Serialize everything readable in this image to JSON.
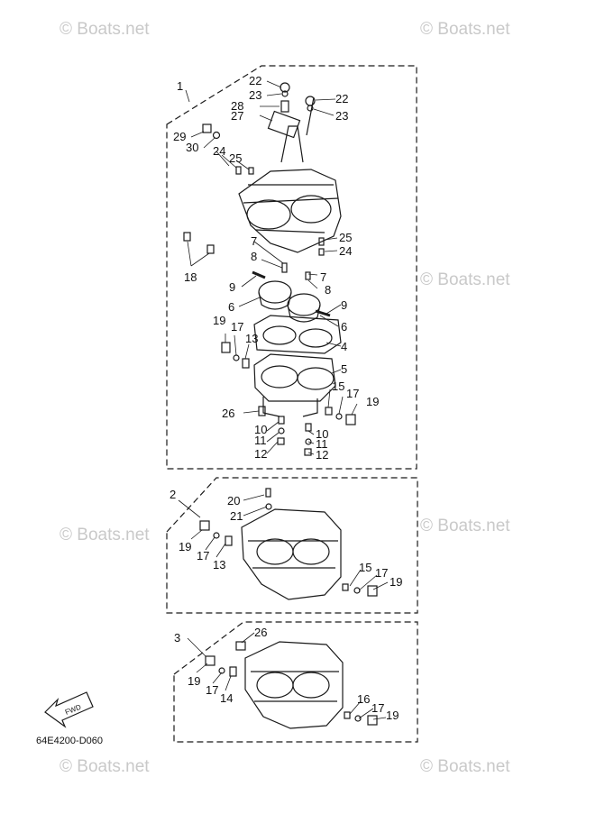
{
  "watermark": "© Boats.net",
  "figure_code": "64E4200-D060",
  "fwd_label": "FWD",
  "panels": [
    {
      "index": "1"
    },
    {
      "index": "2"
    },
    {
      "index": "3"
    }
  ],
  "callouts": {
    "top": [
      "22",
      "23",
      "28",
      "27",
      "29",
      "30",
      "24",
      "25",
      "18",
      "22",
      "23",
      "25",
      "24",
      "7",
      "8",
      "9",
      "6",
      "7",
      "8",
      "9",
      "6",
      "19",
      "17",
      "13",
      "4",
      "5",
      "26",
      "10",
      "11",
      "12",
      "15",
      "17",
      "19",
      "10",
      "11",
      "12"
    ],
    "mid": [
      "20",
      "21",
      "19",
      "17",
      "13",
      "15",
      "17",
      "19"
    ],
    "bot": [
      "26",
      "19",
      "17",
      "14",
      "16",
      "17",
      "19"
    ]
  },
  "colors": {
    "line": "#1a1a1a",
    "watermark": "#c9c9c9"
  }
}
